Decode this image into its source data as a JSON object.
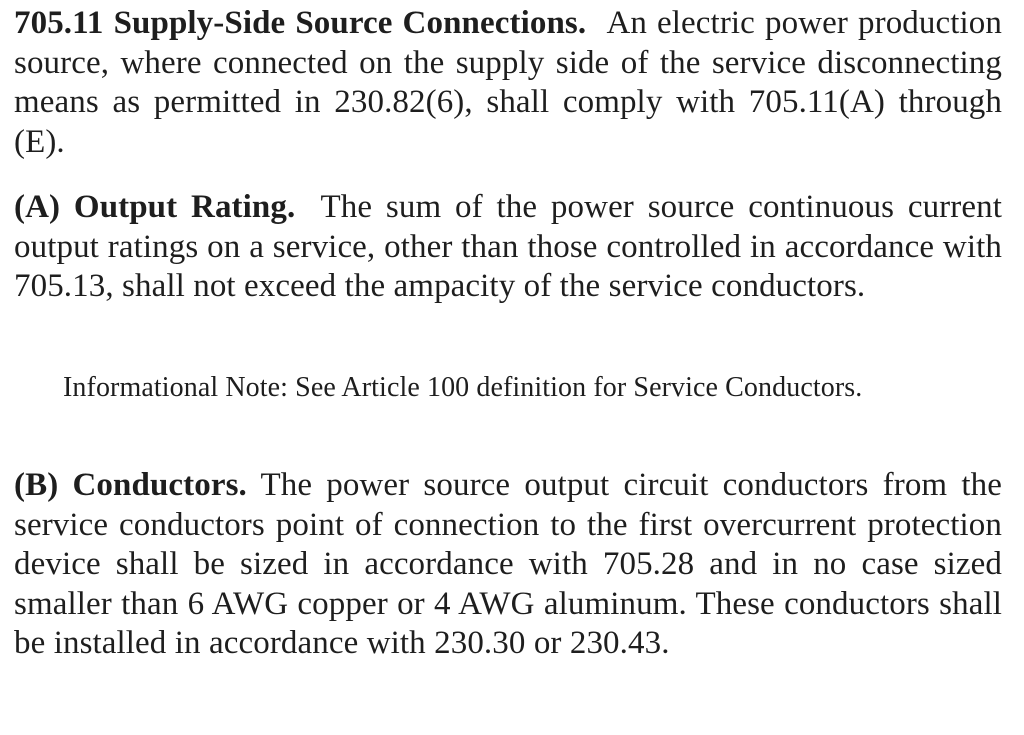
{
  "section": {
    "number": "705.11",
    "title": "Supply-Side Source Connections.",
    "body": "An electric power production source, where connected on the supply side of the service disconnecting means as permitted in 230.82(6), shall comply with 705.11(A) through (E)."
  },
  "subsections": [
    {
      "label": "(A)",
      "title": "Output Rating.",
      "body": "The sum of the power source continuous current output ratings on a service, other than those controlled in accordance with 705.13, shall not exceed the ampacity of the service conductors."
    },
    {
      "label": "(B)",
      "title": "Conductors.",
      "body": "The power source output circuit conductors from the service conductors point of connection to the first overcurrent protection device shall be sized in accordance with 705.28 and in no case sized smaller than 6 AWG copper or 4 AWG aluminum. These conductors shall be installed in accordance with 230.30 or 230.43."
    }
  ],
  "informational_note": {
    "text": "Informational Note: See Article 100 definition for Service Conductors."
  }
}
